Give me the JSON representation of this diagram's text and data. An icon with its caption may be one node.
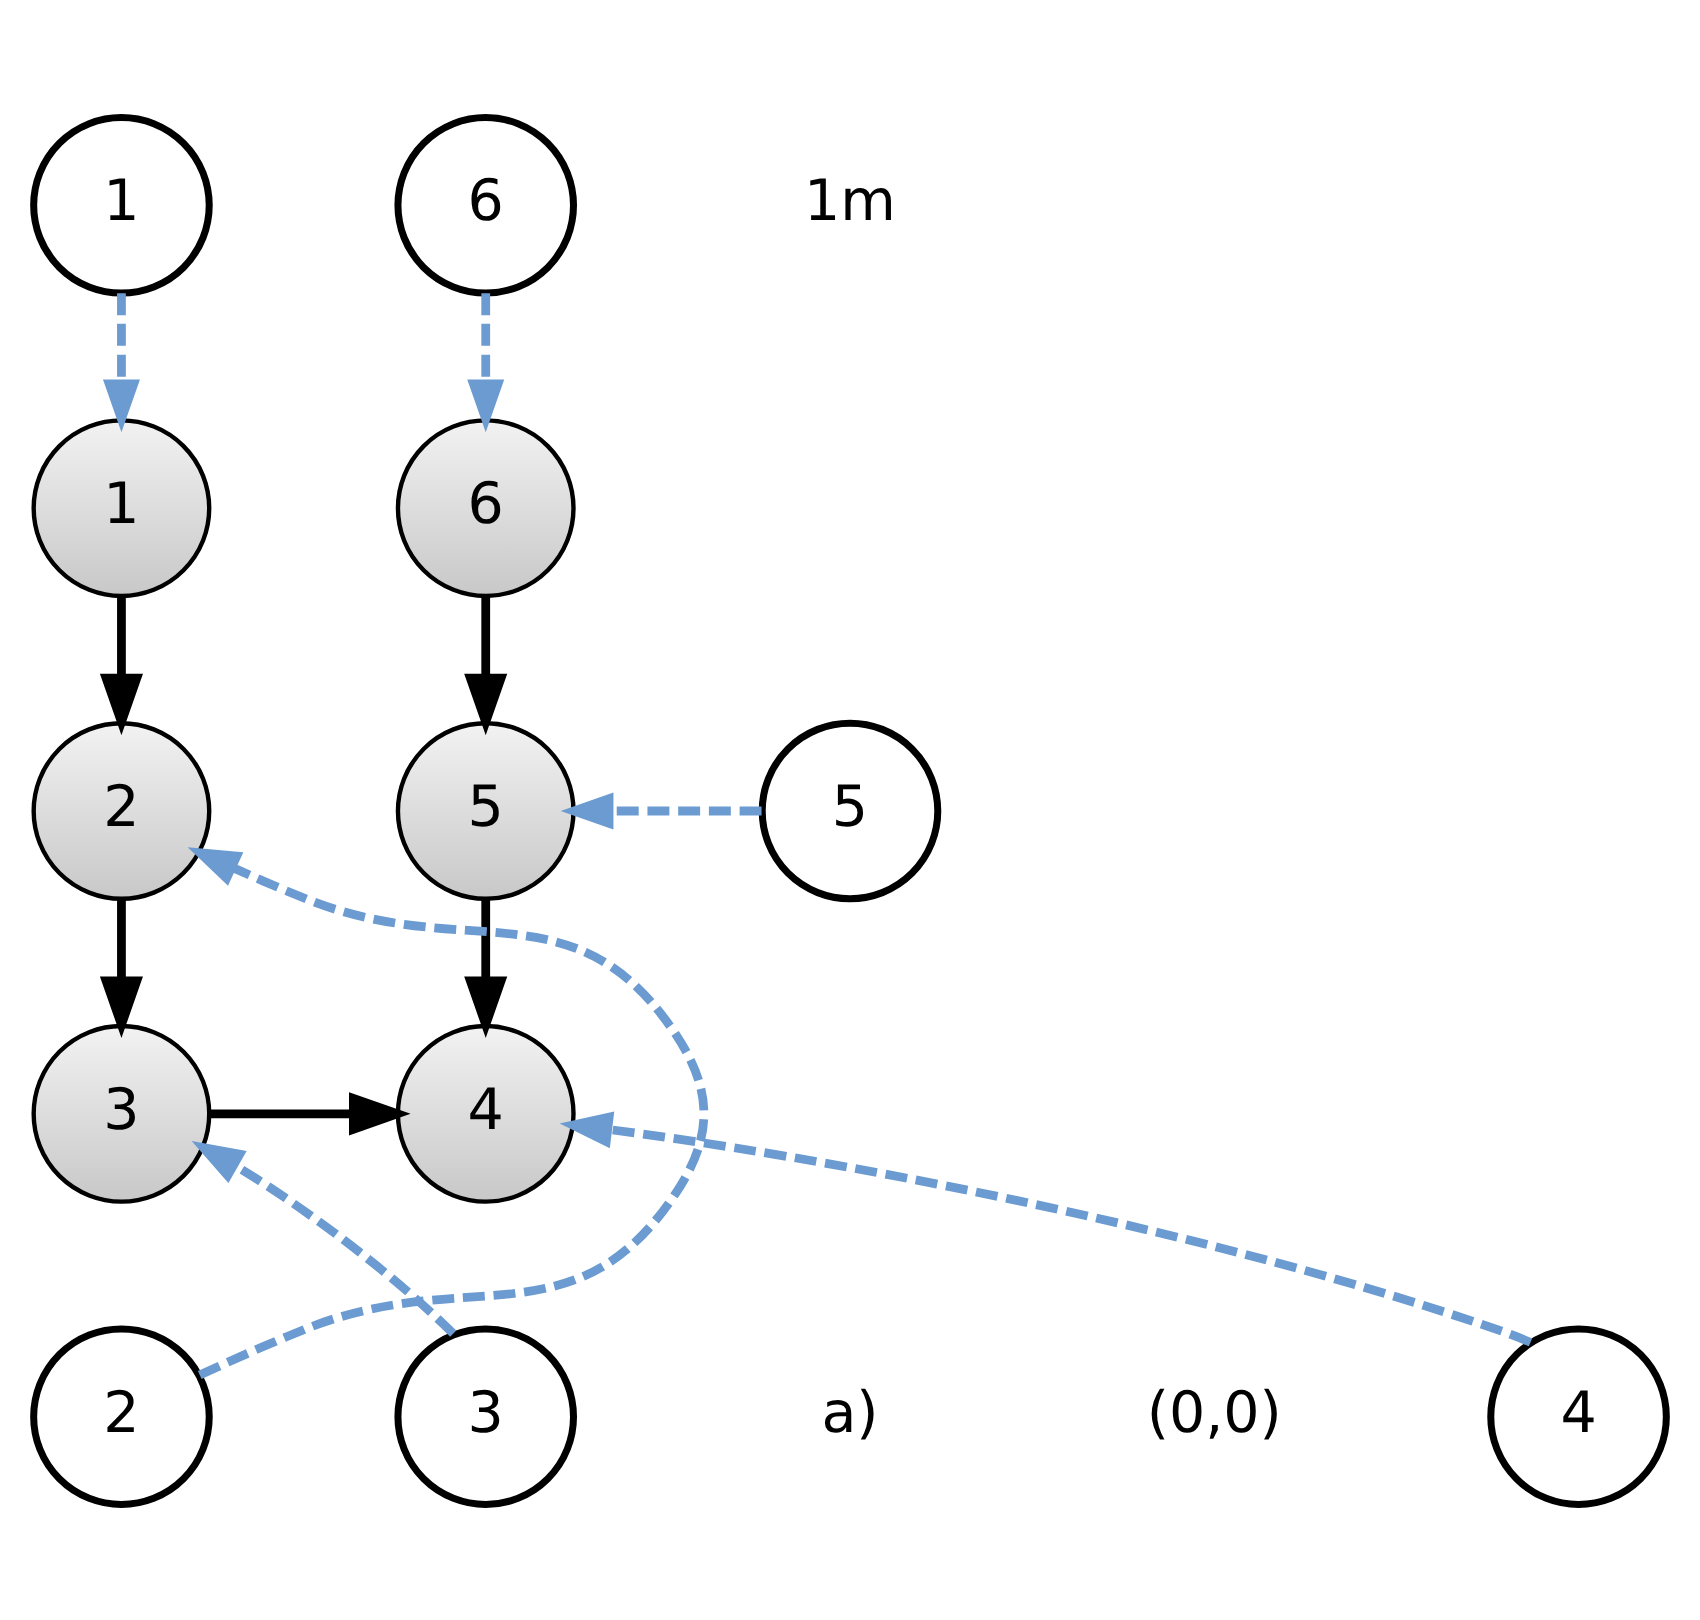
{
  "diagram": {
    "nodes": [
      {
        "text": [
          "6"
        ]
      },
      {
        "text": [
          "1"
        ]
      },
      {
        "text": [
          "1"
        ]
      },
      {
        "text": [
          "6"
        ]
      },
      {
        "text": [
          "2"
        ]
      },
      {
        "text": [
          "5"
        ]
      },
      {
        "text": [
          "5"
        ]
      },
      {
        "text": [
          "3"
        ]
      },
      {
        "text": [
          "4"
        ]
      },
      {
        "text": [
          "2"
        ]
      },
      {
        "text": [
          "4"
        ]
      },
      {
        "text": [
          "3"
        ]
      }
    ],
    "edges": [
      {
        "from": 1,
        "to": 2,
        "arrow": "to",
        "style": "dashed"
      },
      {
        "from": 0,
        "to": 3,
        "arrow": "to",
        "style": "dashed"
      },
      {
        "from": 2,
        "to": 4,
        "arrow": "to",
        "color": "#000000"
      },
      {
        "from": 3,
        "to": 5,
        "arrow": "to",
        "color": "#000000"
      },
      {
        "from": 9,
        "to": 4,
        "arrow": "to",
        "style": "dashed"
      },
      {
        "from": 6,
        "to": 5,
        "arrow": "to",
        "style": "dashed"
      },
      {
        "from": 4,
        "to": 7,
        "arrow": "to",
        "color": "#000000"
      },
      {
        "from": 5,
        "to": 8,
        "arrow": "to",
        "color": "#000000"
      },
      {
        "from": 7,
        "to": 8,
        "arrow": "to",
        "color": "#000000"
      },
      {
        "from": 11,
        "to": 7,
        "arrow": "to",
        "style": "dashed"
      },
      {
        "from": 10,
        "to": 8,
        "arrow": "to",
        "style": "dashed"
      }
    ],
    "labels": [
      "1m",
      "(0,0)",
      "a)"
    ]
  }
}
